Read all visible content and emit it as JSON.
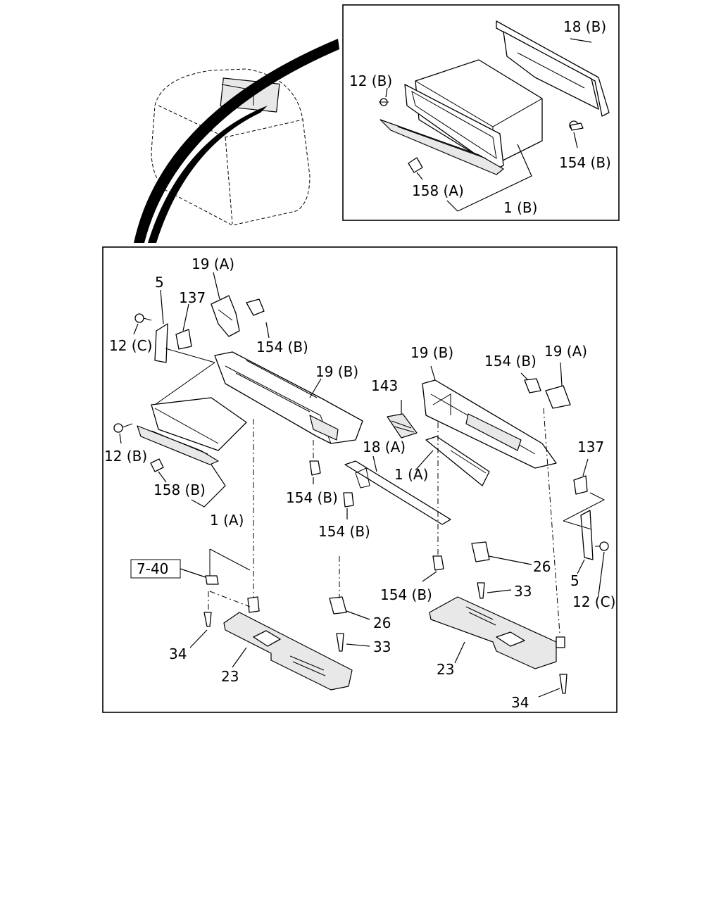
{
  "diagram": {
    "reference_box": "7-40",
    "inset_labels": {
      "l18B": "18 (B)",
      "l12B": "12 (B)",
      "l154B": "154 (B)",
      "l158A": "158 (A)",
      "l1B": "1 (B)"
    },
    "main_labels": {
      "l19A_left": "19 (A)",
      "l5_left": "5",
      "l137_left": "137",
      "l12C_left": "12 (C)",
      "l154B_top": "154 (B)",
      "l19B_left": "19 (B)",
      "l12B_main": "12 (B)",
      "l158B": "158 (B)",
      "l1A_left": "1 (A)",
      "l154B_mid1": "154 (B)",
      "l154B_mid2": "154 (B)",
      "l143": "143",
      "l18A": "18 (A)",
      "l1A_right": "1 (A)",
      "l19B_right": "19 (B)",
      "l154B_right": "154 (B)",
      "l19A_right": "19 (A)",
      "l137_right": "137",
      "l26_right": "26",
      "l33_right": "33",
      "l154B_low": "154 (B)",
      "l5_right": "5",
      "l12C_right": "12 (C)",
      "l34_left": "34",
      "l23_left": "23",
      "l26_left": "26",
      "l33_left": "33",
      "l23_right": "23",
      "l34_right": "34"
    }
  }
}
